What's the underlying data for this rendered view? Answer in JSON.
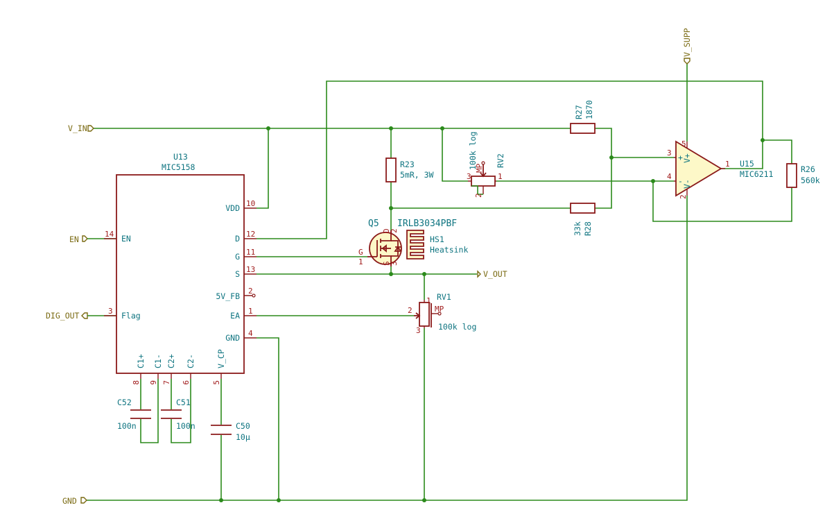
{
  "nets": {
    "v_in": "V_IN",
    "en": "EN",
    "dig_out": "DIG_OUT",
    "gnd": "GND",
    "v_out": "V_OUT",
    "v_supp": "V_SUPP"
  },
  "u13": {
    "ref": "U13",
    "value": "MIC5158",
    "pins": {
      "vdd": {
        "name": "VDD",
        "num": "10"
      },
      "en": {
        "name": "EN",
        "num": "14"
      },
      "d": {
        "name": "D",
        "num": "12"
      },
      "g": {
        "name": "G",
        "num": "11"
      },
      "s": {
        "name": "S",
        "num": "13"
      },
      "fb": {
        "name": "5V_FB",
        "num": "2"
      },
      "flag": {
        "name": "Flag",
        "num": "3"
      },
      "ea": {
        "name": "EA",
        "num": "1"
      },
      "gnd": {
        "name": "GND",
        "num": "4"
      },
      "c1p": {
        "name": "C1+",
        "num": "8"
      },
      "c1m": {
        "name": "C1-",
        "num": "9"
      },
      "c2p": {
        "name": "C2+",
        "num": "7"
      },
      "c2m": {
        "name": "C2-",
        "num": "6"
      },
      "vcp": {
        "name": "V_CP",
        "num": "5"
      }
    }
  },
  "u15": {
    "ref": "U15",
    "value": "MIC6211",
    "pins": {
      "inp": {
        "name": "+",
        "num": "3"
      },
      "inm": {
        "name": "-",
        "num": "4"
      },
      "out": {
        "num": "1"
      },
      "vp": {
        "name": "V+",
        "num": "5"
      },
      "vm": {
        "name": "V-",
        "num": "2"
      }
    }
  },
  "q5": {
    "ref": "Q5",
    "value": "IRLB3034PBF",
    "pins": {
      "g": "G",
      "g_num": "1",
      "d": "D",
      "d_num": "2",
      "s": "S",
      "s_num": "3"
    }
  },
  "hs1": {
    "ref": "HS1",
    "value": "Heatsink"
  },
  "r23": {
    "ref": "R23",
    "value": "5mR, 3W"
  },
  "r27": {
    "ref": "R27",
    "value": "1870"
  },
  "r28": {
    "ref": "R28",
    "value": "33k"
  },
  "r26": {
    "ref": "R26",
    "value": "560k"
  },
  "rv1": {
    "ref": "RV1",
    "value": "100k log",
    "pins": {
      "p1": "1",
      "p2": "2",
      "p3": "3",
      "mp": "MP"
    }
  },
  "rv2": {
    "ref": "RV2",
    "value": "100k log",
    "pins": {
      "p1": "1",
      "p2": "2",
      "p3": "3",
      "mp": "MP"
    }
  },
  "c52": {
    "ref": "C52",
    "value": "100n"
  },
  "c51": {
    "ref": "C51",
    "value": "100n"
  },
  "c50": {
    "ref": "C50",
    "value": "10µ"
  }
}
